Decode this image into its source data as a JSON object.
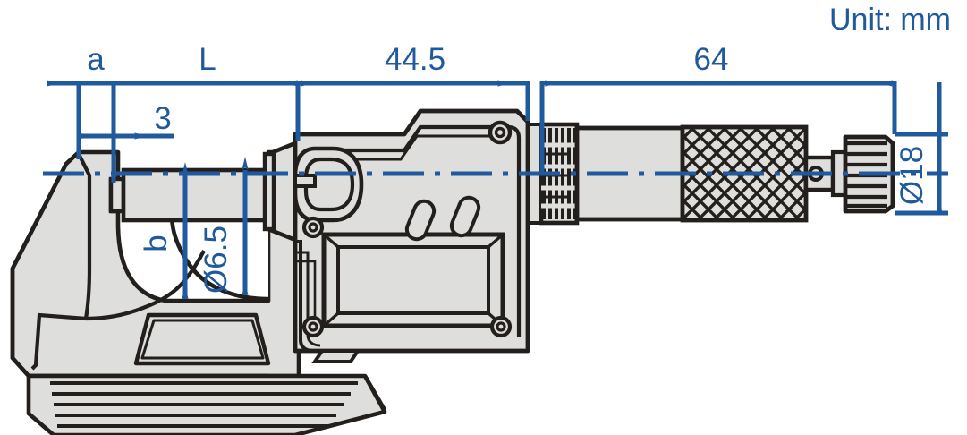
{
  "drawing": {
    "title": "Unit: mm",
    "subject": "digital-micrometer-outline-drawing",
    "colors": {
      "dimension_blue": "#1f5a9e",
      "outline_dark": "#231f1c",
      "body_fill": "#dededd",
      "background": "#ffffff"
    }
  },
  "dimensions": {
    "horizontal": [
      {
        "id": "a",
        "label": "a",
        "kind": "symbolic",
        "note": "anvil-projection"
      },
      {
        "id": "three",
        "label": "3",
        "kind": "numeric",
        "value": 3
      },
      {
        "id": "L",
        "label": "L",
        "kind": "symbolic",
        "note": "frame-throat-length"
      },
      {
        "id": "d445",
        "label": "44.5",
        "kind": "numeric",
        "value": 44.5
      },
      {
        "id": "d64",
        "label": "64",
        "kind": "numeric",
        "value": 64
      }
    ],
    "vertical": [
      {
        "id": "b",
        "label": "b",
        "kind": "symbolic",
        "note": "frame-throat-depth"
      },
      {
        "id": "d65",
        "label": "Ø6.5",
        "kind": "numeric",
        "value": 6.5,
        "symbol": "diameter"
      },
      {
        "id": "d18",
        "label": "Ø18",
        "kind": "numeric",
        "value": 18,
        "symbol": "diameter"
      }
    ]
  },
  "parts": {
    "frame": "c-frame",
    "anvil": "measuring-anvil",
    "spindle": "spindle",
    "clamp": "spindle-clamp-ring",
    "display": "lcd-display-window",
    "buttons": [
      "origin-button",
      "mode-button"
    ],
    "screws": [
      "screw-top-right",
      "screw-mid-left",
      "screw-bottom-left",
      "screw-bottom-right"
    ],
    "sleeve": "graduated-sleeve",
    "barrel": "barrel",
    "thimble": "knurled-thimble",
    "ratchet": "ratchet-stop",
    "heat_pad": "heat-shield-pad",
    "base_ribs": "ribbed-base"
  }
}
